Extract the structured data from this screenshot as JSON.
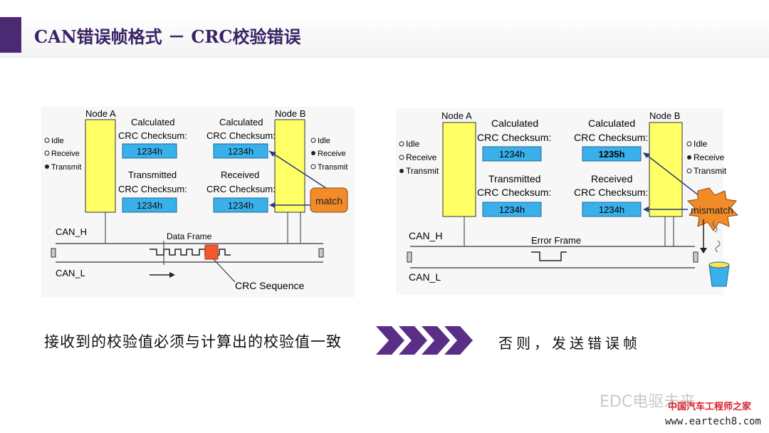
{
  "slide": {
    "title": "CAN错误帧格式 － CRC校验错误",
    "bottom_left": "接收到的校验值必须与计算出的校验值一致",
    "bottom_right": "否则，发送错误帧",
    "accent_color": "#4a2a73"
  },
  "left_diagram": {
    "node_a": "Node A",
    "node_b": "Node B",
    "states_a": [
      "Idle",
      "Receive",
      "Transmit"
    ],
    "states_b": [
      "Idle",
      "Receive",
      "Transmit"
    ],
    "calc_label": [
      "Calculated",
      "CRC Checksum:"
    ],
    "calc_label_b": [
      "Calculated",
      "CRC Checksum:"
    ],
    "trans_label": [
      "Transmitted",
      "CRC Checksum:"
    ],
    "recv_label": [
      "Received",
      "CRC Checksum:"
    ],
    "calc_a": "1234h",
    "trans_a": "1234h",
    "calc_b": "1234h",
    "recv_b": "1234h",
    "result": "match",
    "can_h": "CAN_H",
    "can_l": "CAN_L",
    "frame_label": "Data Frame",
    "crc_seq": "CRC Sequence"
  },
  "right_diagram": {
    "node_a": "Node A",
    "node_b": "Node B",
    "states_a": [
      "Idle",
      "Receive",
      "Transmit"
    ],
    "states_b": [
      "Idle",
      "Receive",
      "Transmit"
    ],
    "calc_label": [
      "Calculated",
      "CRC Checksum:"
    ],
    "calc_label_b": [
      "Calculated",
      "CRC Checksum:"
    ],
    "trans_label": [
      "Transmitted",
      "CRC Checksum:"
    ],
    "recv_label": [
      "Received",
      "CRC Checksum:"
    ],
    "calc_a": "1234h",
    "trans_a": "1234h",
    "calc_b": "1235h",
    "recv_b": "1234h",
    "result": "mismatch",
    "can_h": "CAN_H",
    "can_l": "CAN_L",
    "frame_label": "Error Frame"
  },
  "watermark": {
    "main": "EDC电驱未来",
    "logo": "中国汽车工程师之家",
    "url": "www.eartech8.com"
  }
}
